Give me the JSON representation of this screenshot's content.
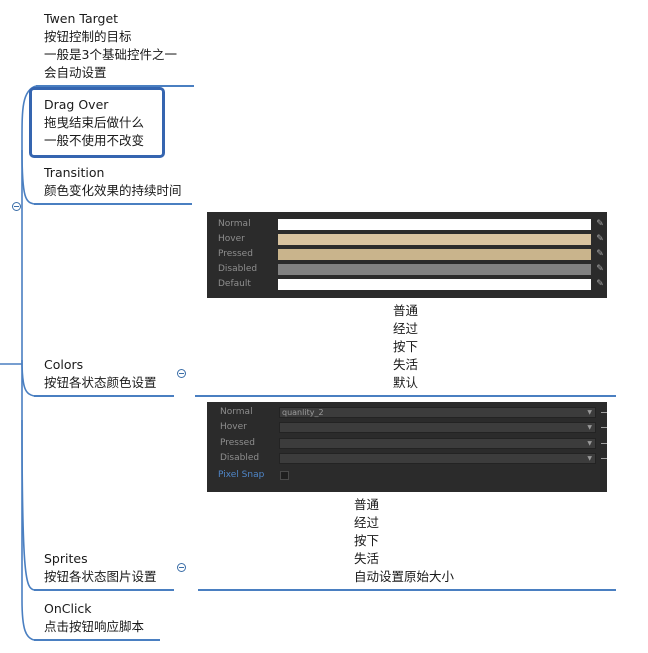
{
  "nodes": {
    "twen_target": {
      "title": "Twen Target",
      "lines": [
        "按钮控制的目标",
        "一般是3个基础控件之一",
        "会自动设置"
      ]
    },
    "drag_over": {
      "title": "Drag Over",
      "lines": [
        "拖曳结束后做什么",
        "一般不使用不改变"
      ]
    },
    "transition": {
      "title": "Transition",
      "lines": [
        "颜色变化效果的持续时间"
      ]
    },
    "colors": {
      "title": "Colors",
      "lines": [
        "按钮各状态颜色设置"
      ]
    },
    "sprites": {
      "title": "Sprites",
      "lines": [
        "按钮各状态图片设置"
      ]
    },
    "onclick": {
      "title": "OnClick",
      "lines": [
        "点击按钮响应脚本"
      ]
    }
  },
  "colors_panel": {
    "rows": [
      {
        "label": "Normal",
        "color": "#ffffff"
      },
      {
        "label": "Hover",
        "color": "#d8c39f"
      },
      {
        "label": "Pressed",
        "color": "#c9b48c"
      },
      {
        "label": "Disabled",
        "color": "#818181"
      },
      {
        "label": "Default",
        "color": "#ffffff"
      }
    ],
    "picker_icon": "eyedropper-icon"
  },
  "colors_notes": [
    "普通",
    "经过",
    "按下",
    "失活",
    "默认"
  ],
  "sprites_panel": {
    "rows": [
      {
        "label": "Normal",
        "value": "quanlity_2"
      },
      {
        "label": "Hover",
        "value": ""
      },
      {
        "label": "Pressed",
        "value": ""
      },
      {
        "label": "Disabled",
        "value": ""
      }
    ],
    "pixel_snap": {
      "label": "Pixel Snap",
      "checked": false
    }
  },
  "sprites_notes": [
    "普通",
    "经过",
    "按下",
    "失活",
    "自动设置原始大小"
  ],
  "theme": {
    "line": "#4a7fc1",
    "selection": "#3565b0",
    "panel_bg": "#2b2b2b",
    "pixel_snap_label": "#4f86c8"
  }
}
